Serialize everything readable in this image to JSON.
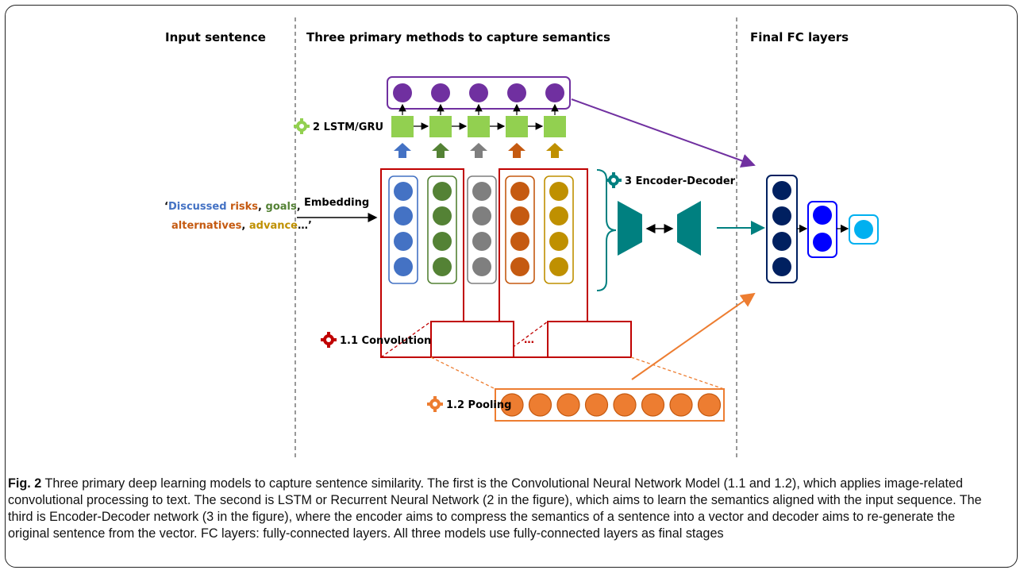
{
  "headers": {
    "input": "Input sentence",
    "methods": "Three primary methods to capture semantics",
    "final": "Final FC layers"
  },
  "sentence": {
    "quote_open": "‘",
    "w1": "Discussed",
    "w2": "risks",
    "w3": "goals",
    "w4": "alternatives",
    "w5": "advance",
    "ellipsis": "…’",
    "comma": ","
  },
  "labels": {
    "embedding": "Embedding",
    "lstm": "2 LSTM/GRU",
    "encoder_decoder": "3 Encoder-Decoder",
    "convolution": "1.1 Convolution",
    "pooling": "1.2 Pooling",
    "dots": "…"
  },
  "caption": {
    "fig_label": "Fig. 2",
    "text": "Three primary deep learning models to capture sentence similarity. The first is the Convolutional Neural Network Model (1.1 and 1.2), which applies image-related convolutional processing to text. The second is LSTM or Recurrent Neural Network (2 in the figure), which aims to learn the semantics aligned with the input sequence. The third is Encoder-Decoder network (3 in the figure), where the encoder aims to compress the semantics of a sentence into a vector and decoder aims to re-generate the original sentence from the vector. FC layers: fully-connected layers. All three models use fully-connected layers as final stages"
  },
  "colors": {
    "blue": "#4472c4",
    "green": "#548235",
    "gray": "#7f7f7f",
    "orange": "#c55a11",
    "gold": "#bf9000",
    "purple": "#7030a0",
    "lstm_green": "#92d050",
    "teal": "#008080",
    "red": "#c00000",
    "pool_orange": "#ed7d31",
    "navy": "#002060",
    "bright_blue": "#0000ff",
    "cyan": "#00b0f0"
  }
}
